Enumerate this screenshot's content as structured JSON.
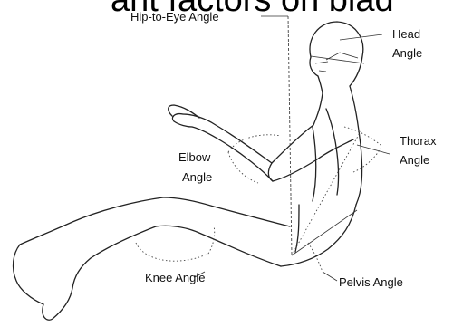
{
  "header_fragment": "ant factors on blad",
  "labels": {
    "hip_to_eye": "Hip-to-Eye Angle",
    "head_1": "Head",
    "head_2": "Angle",
    "thorax_1": "Thorax",
    "thorax_2": "Angle",
    "elbow_1": "Elbow",
    "elbow_2": "Angle",
    "knee": "Knee Angle",
    "pelvis": "Pelvis Angle"
  }
}
